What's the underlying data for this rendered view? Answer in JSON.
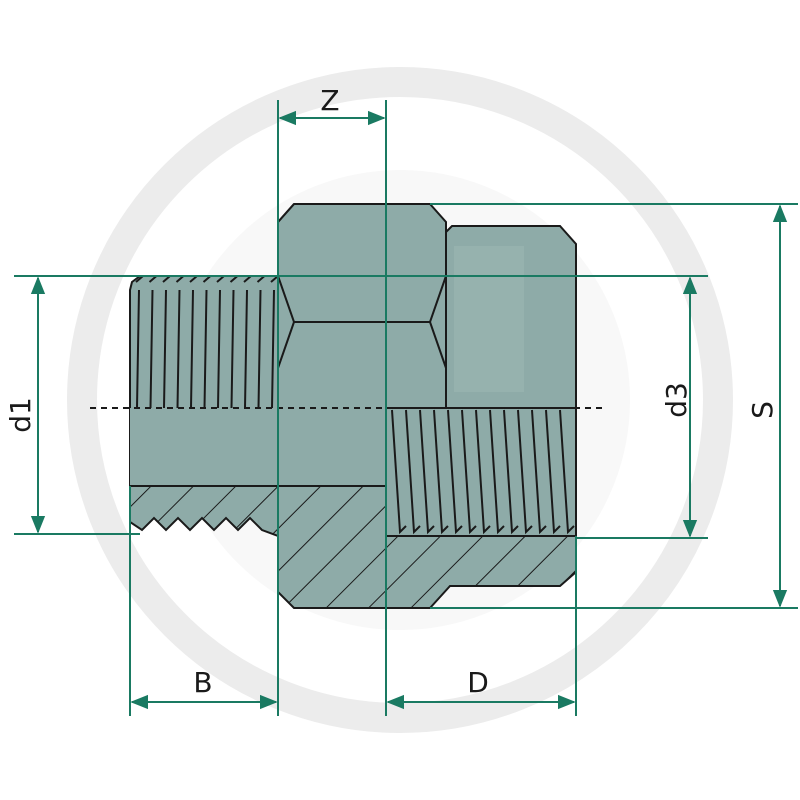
{
  "colors": {
    "body_fill": "#8eaba8",
    "body_fill_dark": "#7f9f9b",
    "outline": "#1a1a1a",
    "dimension": "#1a7a62",
    "watermark": "#ececec",
    "background": "#ffffff"
  },
  "labels": {
    "z": "Z",
    "s": "S",
    "d1": "d1",
    "d3": "d3",
    "b": "B",
    "d": "D"
  }
}
